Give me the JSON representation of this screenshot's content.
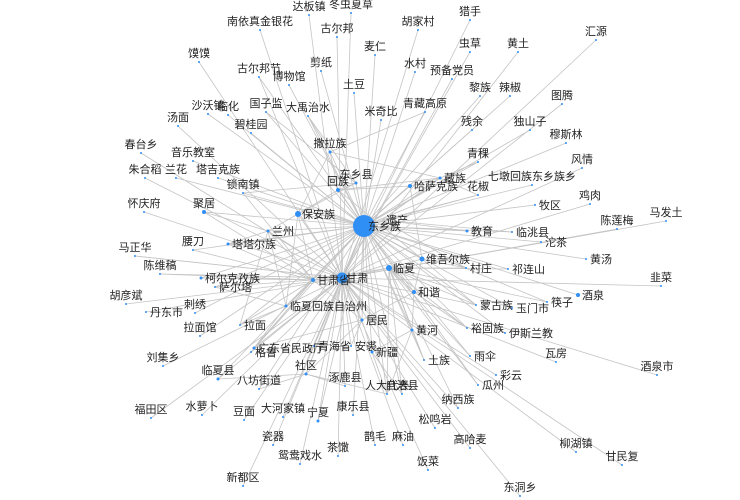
{
  "colors": {
    "node": "#2f8ff5",
    "edge": "#c4c4c4",
    "label": "#222222",
    "background": "#ffffff"
  },
  "graph": {
    "nodes": [
      {
        "id": "东乡族",
        "label": "东乡族"
      },
      {
        "id": "甘肃",
        "label": "甘肃"
      },
      {
        "id": "甘肃省",
        "label": "甘肃省"
      },
      {
        "id": "临夏",
        "label": "临夏"
      },
      {
        "id": "保安族",
        "label": "保安族"
      },
      {
        "id": "回族",
        "label": "回族"
      },
      {
        "id": "遗产",
        "label": "遗产"
      },
      {
        "id": "维吾尔族",
        "label": "维吾尔族"
      },
      {
        "id": "和谐",
        "label": "和谐"
      },
      {
        "id": "兰州",
        "label": "兰州"
      },
      {
        "id": "东乡县",
        "label": "东乡县"
      },
      {
        "id": "哈萨克族",
        "label": "哈萨克族"
      },
      {
        "id": "藏族",
        "label": "藏族"
      },
      {
        "id": "撒拉族",
        "label": "撒拉族"
      },
      {
        "id": "教育",
        "label": "教育"
      },
      {
        "id": "临洮县",
        "label": "临洮县"
      },
      {
        "id": "村庄",
        "label": "村庄"
      },
      {
        "id": "祁连山",
        "label": "祁连山"
      },
      {
        "id": "蒙古族",
        "label": "蒙古族"
      },
      {
        "id": "玉门市",
        "label": "玉门市"
      },
      {
        "id": "裕固族",
        "label": "裕固族"
      },
      {
        "id": "居民",
        "label": "居民"
      },
      {
        "id": "黄河",
        "label": "黄河"
      },
      {
        "id": "临夏回族自治州",
        "label": "临夏回族自治州"
      },
      {
        "id": "青海省",
        "label": "青海省"
      },
      {
        "id": "安裘",
        "label": "安裘"
      },
      {
        "id": "新疆",
        "label": "新疆"
      },
      {
        "id": "广东省民政厅",
        "label": "广东省民政厅"
      },
      {
        "id": "社区",
        "label": "社区"
      },
      {
        "id": "土族",
        "label": "土族"
      },
      {
        "id": "雨伞",
        "label": "雨伞"
      },
      {
        "id": "塔吉克族",
        "label": "塔吉克族"
      },
      {
        "id": "塔塔尔族",
        "label": "塔塔尔族"
      },
      {
        "id": "柯尔克孜族",
        "label": "柯尔克孜族"
      },
      {
        "id": "萨尔塔",
        "label": "萨尔塔"
      },
      {
        "id": "刺绣",
        "label": "刺绣"
      },
      {
        "id": "拉面馆",
        "label": "拉面馆"
      },
      {
        "id": "拉面",
        "label": "拉面"
      },
      {
        "id": "格鲁",
        "label": "格鲁"
      },
      {
        "id": "临夏县",
        "label": "临夏县"
      },
      {
        "id": "八坊街道",
        "label": "八坊街道"
      },
      {
        "id": "涿鹿县",
        "label": "涿鹿县"
      },
      {
        "id": "人大代表",
        "label": "人大代表"
      },
      {
        "id": "自治县",
        "label": "自治县"
      },
      {
        "id": "瓜州",
        "label": "瓜州"
      },
      {
        "id": "彩云",
        "label": "彩云"
      },
      {
        "id": "纳西族",
        "label": "纳西族"
      },
      {
        "id": "康乐县",
        "label": "康乐县"
      },
      {
        "id": "宁夏",
        "label": "宁夏"
      },
      {
        "id": "大河家镇",
        "label": "大河家镇"
      },
      {
        "id": "豆面",
        "label": "豆面"
      },
      {
        "id": "水萝卜",
        "label": "水萝卜"
      },
      {
        "id": "福田区",
        "label": "福田区"
      },
      {
        "id": "刘集乡",
        "label": "刘集乡"
      },
      {
        "id": "胡彦斌",
        "label": "胡彦斌"
      },
      {
        "id": "丹东市",
        "label": "丹东市"
      },
      {
        "id": "陈维稿",
        "label": "陈维稿"
      },
      {
        "id": "马正华",
        "label": "马正华"
      },
      {
        "id": "腰刀",
        "label": "腰刀"
      },
      {
        "id": "聚居",
        "label": "聚居"
      },
      {
        "id": "锁南镇",
        "label": "锁南镇"
      },
      {
        "id": "怀庆府",
        "label": "怀庆府"
      },
      {
        "id": "朱合稻",
        "label": "朱合稻"
      },
      {
        "id": "兰花",
        "label": "兰花"
      },
      {
        "id": "春台乡",
        "label": "春台乡"
      },
      {
        "id": "音乐教室",
        "label": "音乐教室"
      },
      {
        "id": "汤面",
        "label": "汤面"
      },
      {
        "id": "沙沃镇",
        "label": "沙沃镇"
      },
      {
        "id": "临化",
        "label": "临化"
      },
      {
        "id": "碧桂园",
        "label": "碧桂园"
      },
      {
        "id": "国子监",
        "label": "国子监"
      },
      {
        "id": "大禹治水",
        "label": "大禹治水"
      },
      {
        "id": "馍馍",
        "label": "馍馍"
      },
      {
        "id": "古尔邦节",
        "label": "古尔邦节"
      },
      {
        "id": "博物馆",
        "label": "博物馆"
      },
      {
        "id": "剪纸",
        "label": "剪纸"
      },
      {
        "id": "南依真金银花",
        "label": "南依真金银花"
      },
      {
        "id": "古尔邦",
        "label": "古尔邦"
      },
      {
        "id": "达板镇",
        "label": "达板镇"
      },
      {
        "id": "冬虫夏草",
        "label": "冬虫夏草"
      },
      {
        "id": "麦仁",
        "label": "麦仁"
      },
      {
        "id": "土豆",
        "label": "土豆"
      },
      {
        "id": "水村",
        "label": "水村"
      },
      {
        "id": "米奇比",
        "label": "米奇比"
      },
      {
        "id": "青藏高原",
        "label": "青藏高原"
      },
      {
        "id": "胡家村",
        "label": "胡家村"
      },
      {
        "id": "预备党员",
        "label": "预备党员"
      },
      {
        "id": "猎手",
        "label": "猎手"
      },
      {
        "id": "虫草",
        "label": "虫草"
      },
      {
        "id": "黄土",
        "label": "黄土"
      },
      {
        "id": "汇源",
        "label": "汇源"
      },
      {
        "id": "黎族",
        "label": "黎族"
      },
      {
        "id": "辣椒",
        "label": "辣椒"
      },
      {
        "id": "图腾",
        "label": "图腾"
      },
      {
        "id": "残余",
        "label": "残余"
      },
      {
        "id": "独山子",
        "label": "独山子"
      },
      {
        "id": "穆斯林",
        "label": "穆斯林"
      },
      {
        "id": "青稞",
        "label": "青稞"
      },
      {
        "id": "风情",
        "label": "风情"
      },
      {
        "id": "花椒",
        "label": "花椒"
      },
      {
        "id": "七墩回族东乡族乡",
        "label": "七墩回族东乡族乡"
      },
      {
        "id": "牧区",
        "label": "牧区"
      },
      {
        "id": "鸡肉",
        "label": "鸡肉"
      },
      {
        "id": "陈莲梅",
        "label": "陈莲梅"
      },
      {
        "id": "沱茶",
        "label": "沱茶"
      },
      {
        "id": "马发土",
        "label": "马发土"
      },
      {
        "id": "黄汤",
        "label": "黄汤"
      },
      {
        "id": "韭菜",
        "label": "韭菜"
      },
      {
        "id": "酒泉",
        "label": "酒泉"
      },
      {
        "id": "筷子",
        "label": "筷子"
      },
      {
        "id": "伊斯兰教",
        "label": "伊斯兰教"
      },
      {
        "id": "瓦房",
        "label": "瓦房"
      },
      {
        "id": "酒泉市",
        "label": "酒泉市"
      },
      {
        "id": "松鸣岩",
        "label": "松鸣岩"
      },
      {
        "id": "高哈麦",
        "label": "高哈麦"
      },
      {
        "id": "柳湖镇",
        "label": "柳湖镇"
      },
      {
        "id": "甘民复",
        "label": "甘民复"
      },
      {
        "id": "东洞乡",
        "label": "东洞乡"
      },
      {
        "id": "饭菜",
        "label": "饭菜"
      },
      {
        "id": "鹊毛",
        "label": "鹊毛"
      },
      {
        "id": "麻油",
        "label": "麻油"
      },
      {
        "id": "茶馓",
        "label": "茶馓"
      },
      {
        "id": "瓷器",
        "label": "瓷器"
      },
      {
        "id": "鸳鸯戏水",
        "label": "鸳鸯戏水"
      },
      {
        "id": "新都区",
        "label": "新都区"
      }
    ],
    "hubs": [
      "东乡族",
      "甘肃",
      "甘肃省",
      "临夏",
      "保安族",
      "回族",
      "遗产",
      "维吾尔族",
      "和谐",
      "兰州",
      "东乡县",
      "居民",
      "黄河",
      "临夏回族自治州",
      "社区",
      "新疆",
      "撒拉族",
      "藏族"
    ],
    "edges": [
      [
        "东乡族",
        "甘肃"
      ],
      [
        "东乡族",
        "甘肃省"
      ],
      [
        "东乡族",
        "临夏"
      ],
      [
        "东乡族",
        "保安族"
      ],
      [
        "东乡族",
        "回族"
      ],
      [
        "东乡族",
        "维吾尔族"
      ],
      [
        "东乡族",
        "撒拉族"
      ],
      [
        "东乡族",
        "藏族"
      ],
      [
        "东乡族",
        "哈萨克族"
      ],
      [
        "东乡族",
        "东乡县"
      ],
      [
        "东乡族",
        "兰州"
      ],
      [
        "东乡族",
        "教育"
      ],
      [
        "东乡族",
        "临洮县"
      ],
      [
        "东乡族",
        "村庄"
      ],
      [
        "东乡族",
        "蒙古族"
      ],
      [
        "东乡族",
        "裕固族"
      ],
      [
        "东乡族",
        "居民"
      ],
      [
        "东乡族",
        "黄河"
      ],
      [
        "东乡族",
        "临夏回族自治州"
      ],
      [
        "东乡族",
        "青海省"
      ],
      [
        "东乡族",
        "新疆"
      ],
      [
        "东乡族",
        "社区"
      ],
      [
        "东乡族",
        "土族"
      ],
      [
        "东乡族",
        "塔吉克族"
      ],
      [
        "东乡族",
        "塔塔尔族"
      ],
      [
        "东乡族",
        "柯尔克孜族"
      ],
      [
        "东乡族",
        "聚居"
      ],
      [
        "东乡族",
        "锁南镇"
      ],
      [
        "东乡族",
        "伊斯兰教"
      ],
      [
        "东乡族",
        "穆斯林"
      ],
      [
        "东乡族",
        "七墩回族东乡族乡"
      ],
      [
        "东乡族",
        "青藏高原"
      ],
      [
        "东乡族",
        "米奇比"
      ],
      [
        "东乡族",
        "土豆"
      ],
      [
        "东乡族",
        "花椒"
      ],
      [
        "东乡族",
        "青稞"
      ],
      [
        "东乡族",
        "残余"
      ],
      [
        "东乡族",
        "大禹治水"
      ],
      [
        "东乡族",
        "和谐"
      ],
      [
        "东乡族",
        "玉门市"
      ],
      [
        "东乡族",
        "酒泉"
      ],
      [
        "东乡族",
        "筷子"
      ],
      [
        "东乡族",
        "牧区"
      ],
      [
        "东乡族",
        "祁连山"
      ],
      [
        "东乡族",
        "瓜州"
      ],
      [
        "东乡族",
        "康乐县"
      ],
      [
        "东乡族",
        "临夏县"
      ],
      [
        "东乡族",
        "八坊街道"
      ],
      [
        "东乡族",
        "宁夏"
      ],
      [
        "东乡族",
        "拉面"
      ],
      [
        "东乡族",
        "剪纸"
      ],
      [
        "东乡族",
        "博物馆"
      ],
      [
        "东乡族",
        "古尔邦节"
      ],
      [
        "东乡族",
        "麦仁"
      ],
      [
        "东乡族",
        "水村"
      ],
      [
        "东乡族",
        "黎族"
      ],
      [
        "东乡族",
        "辣椒"
      ],
      [
        "东乡族",
        "独山子"
      ],
      [
        "东乡族",
        "沱茶"
      ],
      [
        "东乡族",
        "黄汤"
      ],
      [
        "东乡族",
        "自治县"
      ],
      [
        "东乡族",
        "人大代表"
      ],
      [
        "东乡族",
        "雨伞"
      ],
      [
        "东乡族",
        "格鲁"
      ],
      [
        "东乡族",
        "拉面馆"
      ],
      [
        "东乡族",
        "刺绣"
      ],
      [
        "东乡族",
        "萨尔塔"
      ],
      [
        "东乡族",
        "腰刀"
      ],
      [
        "东乡族",
        "碧桂园"
      ],
      [
        "东乡族",
        "国子监"
      ],
      [
        "东乡族",
        "临化"
      ],
      [
        "东乡族",
        "沙沃镇"
      ],
      [
        "东乡族",
        "音乐教室"
      ],
      [
        "东乡族",
        "兰花"
      ],
      [
        "东乡族",
        "遗产"
      ],
      [
        "甘肃",
        "甘肃省"
      ],
      [
        "甘肃",
        "临夏"
      ],
      [
        "甘肃",
        "保安族"
      ],
      [
        "甘肃",
        "兰州"
      ],
      [
        "甘肃",
        "广东省民政厅"
      ],
      [
        "甘肃",
        "安裘"
      ],
      [
        "甘肃",
        "居民"
      ],
      [
        "甘肃",
        "社区"
      ],
      [
        "甘肃",
        "涿鹿县"
      ],
      [
        "甘肃",
        "大河家镇"
      ],
      [
        "甘肃",
        "宁夏"
      ],
      [
        "甘肃",
        "豆面"
      ],
      [
        "甘肃",
        "临夏县"
      ],
      [
        "甘肃",
        "刘集乡"
      ],
      [
        "甘肃",
        "丹东市"
      ],
      [
        "甘肃",
        "陈维稿"
      ],
      [
        "甘肃",
        "马正华"
      ],
      [
        "甘肃",
        "胡彦斌"
      ],
      [
        "甘肃",
        "福田区"
      ],
      [
        "甘肃",
        "水萝卜"
      ],
      [
        "甘肃",
        "瓷器"
      ],
      [
        "甘肃",
        "茶馓"
      ],
      [
        "甘肃",
        "鸳鸯戏水"
      ],
      [
        "甘肃",
        "新都区"
      ],
      [
        "甘肃",
        "鹊毛"
      ],
      [
        "甘肃",
        "麻油"
      ],
      [
        "甘肃",
        "饭菜"
      ],
      [
        "甘肃",
        "松鸣岩"
      ],
      [
        "甘肃",
        "高哈麦"
      ],
      [
        "甘肃",
        "纳西族"
      ],
      [
        "甘肃",
        "彩云"
      ],
      [
        "甘肃",
        "东洞乡"
      ],
      [
        "甘肃",
        "柳湖镇"
      ],
      [
        "甘肃",
        "甘民复"
      ],
      [
        "甘肃",
        "酒泉市"
      ],
      [
        "甘肃",
        "瓦房"
      ],
      [
        "甘肃",
        "韭菜"
      ],
      [
        "甘肃",
        "马发土"
      ],
      [
        "甘肃",
        "陈莲梅"
      ],
      [
        "甘肃",
        "鸡肉"
      ],
      [
        "甘肃",
        "风情"
      ],
      [
        "甘肃",
        "图腾"
      ],
      [
        "甘肃",
        "汇源"
      ],
      [
        "甘肃",
        "黄土"
      ],
      [
        "甘肃",
        "虫草"
      ],
      [
        "甘肃",
        "猎手"
      ],
      [
        "甘肃",
        "胡家村"
      ],
      [
        "甘肃",
        "预备党员"
      ],
      [
        "甘肃",
        "达板镇"
      ],
      [
        "甘肃",
        "冬虫夏草"
      ],
      [
        "甘肃",
        "南依真金银花"
      ],
      [
        "甘肃",
        "古尔邦"
      ],
      [
        "甘肃",
        "馍馍"
      ],
      [
        "甘肃",
        "古尔邦节"
      ],
      [
        "甘肃",
        "汤面"
      ],
      [
        "甘肃",
        "春台乡"
      ],
      [
        "甘肃",
        "朱合稻"
      ],
      [
        "甘肃",
        "怀庆府"
      ],
      [
        "甘肃",
        "马正华"
      ],
      [
        "甘肃",
        "和谐"
      ],
      [
        "甘肃省",
        "临夏"
      ],
      [
        "甘肃省",
        "兰州"
      ],
      [
        "甘肃省",
        "保安族"
      ],
      [
        "甘肃省",
        "居民"
      ],
      [
        "甘肃省",
        "广东省民政厅"
      ],
      [
        "甘肃省",
        "临夏回族自治州"
      ],
      [
        "甘肃省",
        "格鲁"
      ],
      [
        "甘肃省",
        "拉面"
      ],
      [
        "甘肃省",
        "萨尔塔"
      ],
      [
        "甘肃省",
        "柯尔克孜族"
      ],
      [
        "甘肃省",
        "锁南镇"
      ],
      [
        "甘肃省",
        "聚居"
      ],
      [
        "甘肃省",
        "腰刀"
      ],
      [
        "甘肃省",
        "塔塔尔族"
      ],
      [
        "甘肃省",
        "陈维稿"
      ],
      [
        "临夏",
        "和谐"
      ],
      [
        "临夏",
        "维吾尔族"
      ],
      [
        "临夏",
        "黄河"
      ],
      [
        "临夏",
        "蒙古族"
      ],
      [
        "临夏",
        "玉门市"
      ],
      [
        "临夏",
        "裕固族"
      ],
      [
        "临夏",
        "土族"
      ],
      [
        "临夏",
        "雨伞"
      ],
      [
        "临夏",
        "瓜州"
      ],
      [
        "临夏",
        "人大代表"
      ],
      [
        "临夏",
        "自治县"
      ],
      [
        "临夏",
        "纳西族"
      ],
      [
        "临夏",
        "村庄"
      ],
      [
        "临夏",
        "祁连山"
      ],
      [
        "临夏",
        "筷子"
      ],
      [
        "保安族",
        "回族"
      ],
      [
        "保安族",
        "兰州"
      ],
      [
        "保安族",
        "撒拉族"
      ],
      [
        "保安族",
        "东乡县"
      ],
      [
        "保安族",
        "临夏回族自治州"
      ],
      [
        "回族",
        "东乡县"
      ],
      [
        "回族",
        "撒拉族"
      ],
      [
        "回族",
        "哈萨克族"
      ],
      [
        "回族",
        "藏族"
      ],
      [
        "回族",
        "维吾尔族"
      ],
      [
        "遗产",
        "教育"
      ],
      [
        "遗产",
        "临洮县"
      ],
      [
        "遗产",
        "藏族"
      ],
      [
        "遗产",
        "花椒"
      ],
      [
        "遗产",
        "村庄"
      ],
      [
        "维吾尔族",
        "和谐"
      ],
      [
        "维吾尔族",
        "哈萨克族"
      ],
      [
        "维吾尔族",
        "蒙古族"
      ],
      [
        "维吾尔族",
        "村庄"
      ],
      [
        "和谐",
        "黄河"
      ],
      [
        "和谐",
        "居民"
      ],
      [
        "和谐",
        "裕固族"
      ],
      [
        "和谐",
        "蒙古族"
      ],
      [
        "兰州",
        "塔塔尔族"
      ],
      [
        "兰州",
        "临夏回族自治州"
      ],
      [
        "兰州",
        "拉面"
      ],
      [
        "兰州",
        "聚居"
      ],
      [
        "居民",
        "安裘"
      ],
      [
        "居民",
        "新疆"
      ],
      [
        "居民",
        "广东省民政厅"
      ],
      [
        "居民",
        "社区"
      ],
      [
        "黄河",
        "土族"
      ],
      [
        "黄河",
        "新疆"
      ],
      [
        "黄河",
        "人大代表"
      ],
      [
        "社区",
        "涿鹿县"
      ],
      [
        "社区",
        "八坊街道"
      ],
      [
        "社区",
        "临夏县"
      ],
      [
        "社区",
        "人大代表"
      ],
      [
        "新疆",
        "自治县"
      ],
      [
        "新疆",
        "人大代表"
      ],
      [
        "撒拉族",
        "藏族"
      ],
      [
        "撒拉族",
        "大禹治水"
      ],
      [
        "撒拉族",
        "青藏高原"
      ],
      [
        "藏族",
        "青稞"
      ],
      [
        "藏族",
        "花椒"
      ],
      [
        "藏族",
        "哈萨克族"
      ],
      [
        "临夏回族自治州",
        "广东省民政厅"
      ],
      [
        "临夏回族自治州",
        "拉面"
      ],
      [
        "临夏回族自治州",
        "萨尔塔"
      ],
      [
        "东乡县",
        "锁南镇"
      ],
      [
        "东乡县",
        "国子监"
      ],
      [
        "东乡县",
        "大禹治水"
      ]
    ],
    "labels_above": [
      "塔吉克族",
      "兰花",
      "音乐教室",
      "临化",
      "国子监",
      "碧桂园",
      "大禹治水",
      "博物馆",
      "古尔邦节",
      "剪纸",
      "南依真金银花",
      "古尔邦",
      "达板镇",
      "冬虫夏草",
      "胡家村",
      "猎手",
      "汇源",
      "黄土",
      "虫草",
      "预备党员",
      "水村",
      "麦仁",
      "土豆",
      "米奇比",
      "青藏高原",
      "黎族",
      "辣椒",
      "图腾",
      "残余",
      "独山子",
      "穆斯林",
      "青稞",
      "风情",
      "花椒",
      "七墩回族东乡族乡",
      "鸡肉",
      "陈莲梅",
      "马发土",
      "韭菜",
      "汤面",
      "馍馍",
      "沙沃镇",
      "春台乡",
      "朱合稻",
      "怀庆府",
      "聚居",
      "锁南镇",
      "马正华",
      "陈维稿",
      "胡彦斌",
      "瓦房",
      "酒泉市",
      "柳湖镇",
      "甘民复",
      "东洞乡",
      "新都区",
      "鸳鸯戏水",
      "瓷器",
      "茶馓",
      "饭菜",
      "鹊毛",
      "麻油",
      "松鸣岩",
      "高哈麦",
      "纳西族",
      "福田区",
      "水萝卜",
      "豆面",
      "宁夏",
      "康乐县",
      "人大代表",
      "自治县",
      "涿鹿县",
      "八坊街道",
      "大河家镇",
      "临夏县",
      "社区",
      "刘集乡",
      "拉面馆",
      "刺绣",
      "腰刀",
      "撒拉族",
      "东乡县",
      "回族"
    ]
  }
}
